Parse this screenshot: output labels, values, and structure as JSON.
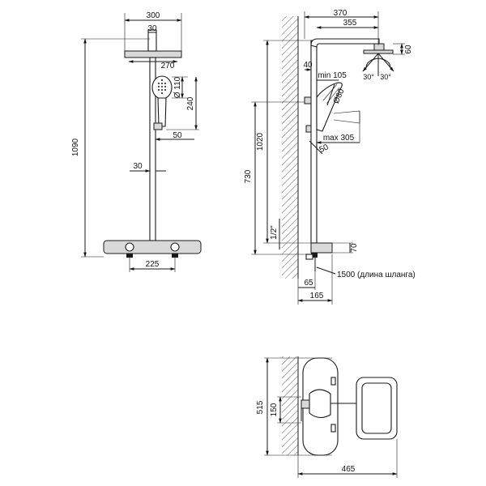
{
  "front_view": {
    "width_300": "300",
    "pipe_30_top": "30",
    "head_270": "270",
    "hand_110": "Ø 110",
    "hand_240": "240",
    "hand_50": "50",
    "pipe_30_mid": "30",
    "total_1090": "1090",
    "mixer_225": "225"
  },
  "side_view": {
    "reach_370": "370",
    "reach_355": "355",
    "h_60": "60",
    "h_40": "40",
    "min_105": "min 105",
    "d_80": "Ø80",
    "max_305": "max 305",
    "h_1020": "1020",
    "h_730": "730",
    "thread": "1/2\"",
    "h_70": "70",
    "angle_left": "30°",
    "angle_right": "30°",
    "a_50": "50",
    "d_65": "65",
    "d_165": "165",
    "hose": "1500 (длина шланга)"
  },
  "top_view": {
    "h_515": "515",
    "h_150": "150",
    "w_465": "465"
  }
}
